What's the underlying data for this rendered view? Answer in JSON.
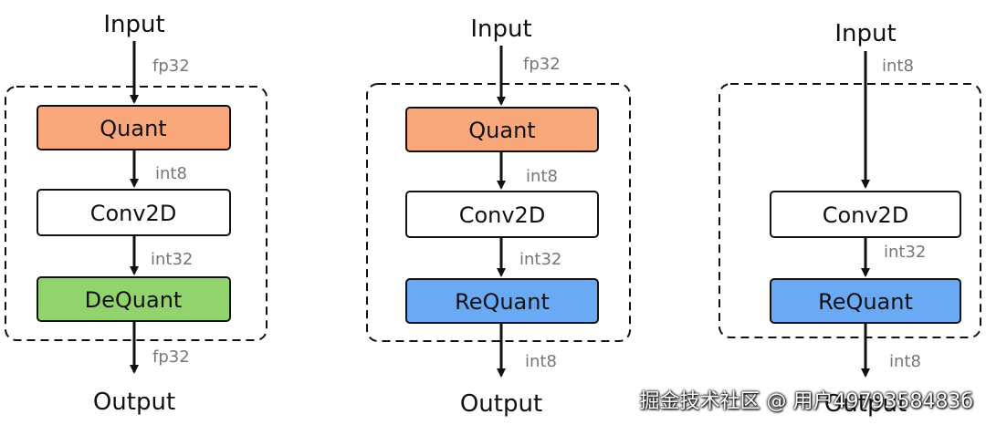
{
  "pipelines": [
    {
      "input_label": "Input",
      "output_label": "Output",
      "input_dtype": "fp32",
      "blocks": [
        {
          "label": "Quant",
          "color": "#f9a87c",
          "out_dtype": "int8"
        },
        {
          "label": "Conv2D",
          "color": "#ffffff",
          "out_dtype": "int32"
        },
        {
          "label": "DeQuant",
          "color": "#92d36e",
          "out_dtype": "fp32"
        }
      ]
    },
    {
      "input_label": "Input",
      "output_label": "Output",
      "input_dtype": "fp32",
      "blocks": [
        {
          "label": "Quant",
          "color": "#f9a87c",
          "out_dtype": "int8"
        },
        {
          "label": "Conv2D",
          "color": "#ffffff",
          "out_dtype": "int32"
        },
        {
          "label": "ReQuant",
          "color": "#6aaaf5",
          "out_dtype": "int8"
        }
      ]
    },
    {
      "input_label": "Input",
      "output_label": "Output",
      "input_dtype": "int8",
      "blocks": [
        {
          "label": "Conv2D",
          "color": "#ffffff",
          "out_dtype": "int32"
        },
        {
          "label": "ReQuant",
          "color": "#6aaaf5",
          "out_dtype": "int8"
        }
      ]
    }
  ],
  "watermark": "掘金技术社区 @ 用户4979358483б"
}
